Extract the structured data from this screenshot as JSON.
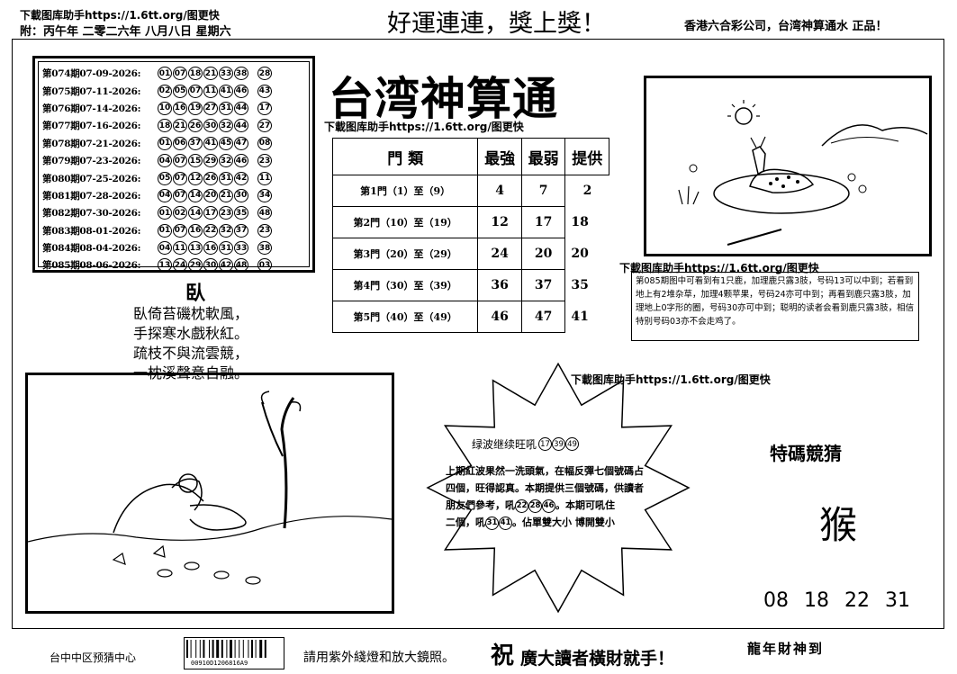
{
  "header": {
    "download_note": "下載图库助手https://1.6tt.org/图更快",
    "date_line": "附：丙午年 二零二六年 八月八日 星期六",
    "slogan": "好運連連，獎上獎！",
    "company": "香港六合彩公司，台湾神算通水 正品！"
  },
  "results": [
    {
      "period": "第074期07-09-2026:",
      "balls": [
        "01",
        "07",
        "18",
        "21",
        "33",
        "38"
      ],
      "special": "28"
    },
    {
      "period": "第075期07-11-2026:",
      "balls": [
        "02",
        "05",
        "07",
        "11",
        "41",
        "46"
      ],
      "special": "43"
    },
    {
      "period": "第076期07-14-2026:",
      "balls": [
        "10",
        "16",
        "19",
        "27",
        "31",
        "44"
      ],
      "special": "17"
    },
    {
      "period": "第077期07-16-2026:",
      "balls": [
        "18",
        "21",
        "26",
        "30",
        "32",
        "44"
      ],
      "special": "27"
    },
    {
      "period": "第078期07-21-2026:",
      "balls": [
        "01",
        "06",
        "37",
        "41",
        "45",
        "47"
      ],
      "special": "08"
    },
    {
      "period": "第079期07-23-2026:",
      "balls": [
        "04",
        "07",
        "15",
        "29",
        "32",
        "46"
      ],
      "special": "23"
    },
    {
      "period": "第080期07-25-2026:",
      "balls": [
        "05",
        "07",
        "12",
        "26",
        "31",
        "42"
      ],
      "special": "11"
    },
    {
      "period": "第081期07-28-2026:",
      "balls": [
        "04",
        "07",
        "14",
        "20",
        "21",
        "30"
      ],
      "special": "34"
    },
    {
      "period": "第082期07-30-2026:",
      "balls": [
        "01",
        "02",
        "14",
        "17",
        "23",
        "35"
      ],
      "special": "48"
    },
    {
      "period": "第083期08-01-2026:",
      "balls": [
        "01",
        "07",
        "16",
        "22",
        "32",
        "37"
      ],
      "special": "23"
    },
    {
      "period": "第084期08-04-2026:",
      "balls": [
        "04",
        "11",
        "13",
        "16",
        "31",
        "33"
      ],
      "special": "38"
    },
    {
      "period": "第085期08-06-2026:",
      "balls": [
        "13",
        "24",
        "29",
        "30",
        "42",
        "48"
      ],
      "special": "03"
    }
  ],
  "title": {
    "main": "台湾神算通",
    "download_note": "下載图库助手https://1.6tt.org/图更快"
  },
  "gates_table": {
    "headers": [
      "門 類",
      "最強",
      "最弱",
      "提供"
    ],
    "rows": [
      {
        "label": "第1門（1）至（9）",
        "strong": "4",
        "weak": "7",
        "provide": "2"
      },
      {
        "label": "第2門（10）至（19）",
        "strong": "12",
        "weak": "17",
        "provide": "18"
      },
      {
        "label": "第3門（20）至（29）",
        "strong": "24",
        "weak": "20",
        "provide": "20"
      },
      {
        "label": "第4門（30）至（39）",
        "strong": "36",
        "weak": "37",
        "provide": "35"
      },
      {
        "label": "第5門（40）至（49）",
        "strong": "46",
        "weak": "47",
        "provide": "41"
      }
    ]
  },
  "deer_panel": {
    "download_note": "下載图库助手https://1.6tt.org/图更快",
    "clue": "第085期图中可看到有1只鹿，加理鹿只露3肢，号码13可以中到；若看到地上有2堆杂草，加理4颗苹果，号码24亦可中到；再看到鹿只露3肢，加理地上0字形的圈，号码30亦可中到；聪明的读者会看到鹿只露3肢，相信特别号码03亦不会走鸡了。"
  },
  "poem": {
    "title": "臥",
    "lines": [
      "臥倚苔磯枕軟風，",
      "手探寒水戲秋紅。",
      "疏枝不與流雲競，",
      "一枕溪聲意自融。"
    ]
  },
  "star": {
    "download_note": "下載图库助手https://1.6tt.org/图更快",
    "head_label": "绿波继续旺吼",
    "head_balls": [
      "17",
      "39",
      "49"
    ],
    "line1": "上期紅波果然一洗頭氣，在幅反彈七個號碼占",
    "line2": "四個，旺得認真。本期提供三個號碼，供讀者",
    "line3_pre": "朋友們參考，吼",
    "line3_balls": [
      "22",
      "28",
      "46"
    ],
    "line3_post": "。本期可吼住",
    "line4_pre": "二個，吼",
    "line4_balls": [
      "31",
      "41"
    ],
    "line4_post": "。佔單雙大小  博開雙小"
  },
  "special_guess": {
    "title": "特碼競猜",
    "zodiac": "猴",
    "numbers": "08 18 22 31"
  },
  "footer": {
    "center": "台中中区预猜中心",
    "barcode_number": "00910D1206816A9",
    "tip": "請用紫外綫燈和放大鏡照。",
    "bless": "祝",
    "wish": "廣大讀者橫財就手！",
    "god": "龍年財神到"
  }
}
